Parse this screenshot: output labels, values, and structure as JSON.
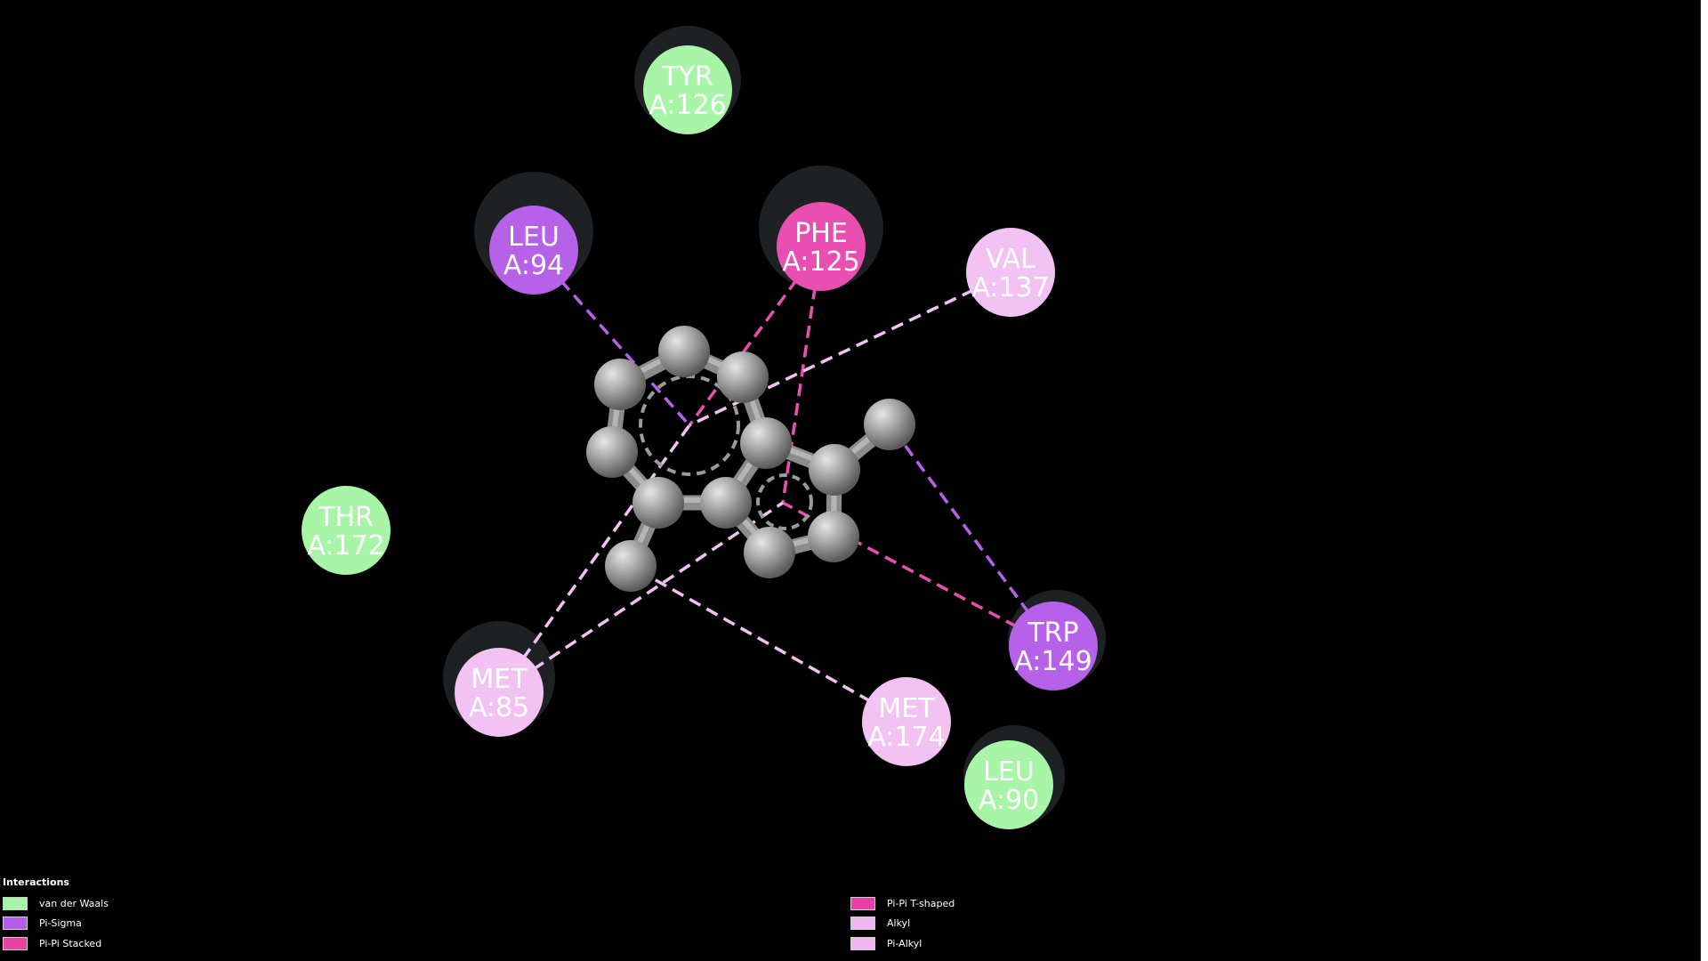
{
  "residues": [
    {
      "id": "tyr126",
      "name": "TYR",
      "chain_pos": "A:126",
      "type": "van der Waals",
      "shadow": true
    },
    {
      "id": "leu94",
      "name": "LEU",
      "chain_pos": "A:94",
      "type": "Pi-Sigma",
      "shadow": true
    },
    {
      "id": "phe125",
      "name": "PHE",
      "chain_pos": "A:125",
      "type": "Pi-Pi T-shaped",
      "shadow": true
    },
    {
      "id": "val137",
      "name": "VAL",
      "chain_pos": "A:137",
      "type": "Alkyl",
      "shadow": false
    },
    {
      "id": "thr172",
      "name": "THR",
      "chain_pos": "A:172",
      "type": "van der Waals",
      "shadow": false
    },
    {
      "id": "trp149",
      "name": "TRP",
      "chain_pos": "A:149",
      "type": "Pi-Sigma",
      "shadow": true
    },
    {
      "id": "met85",
      "name": "MET",
      "chain_pos": "A:85",
      "type": "Alkyl",
      "shadow": true
    },
    {
      "id": "met174",
      "name": "MET",
      "chain_pos": "A:174",
      "type": "Alkyl",
      "shadow": false
    },
    {
      "id": "leu90",
      "name": "LEU",
      "chain_pos": "A:90",
      "type": "van der Waals",
      "shadow": true
    }
  ],
  "interactions": [
    {
      "from": "leu94",
      "to": "ring1",
      "type": "Pi-Sigma"
    },
    {
      "from": "phe125",
      "to": "ring1",
      "type": "Pi-Pi T-shaped"
    },
    {
      "from": "phe125",
      "to": "ring2",
      "type": "Pi-Pi T-shaped"
    },
    {
      "from": "val137",
      "to": "ring1",
      "type": "Alkyl"
    },
    {
      "from": "trp149",
      "to": "ring2",
      "type": "Pi-Pi T-shaped"
    },
    {
      "from": "trp149",
      "to": "methyl1",
      "type": "Pi-Sigma"
    },
    {
      "from": "met85",
      "to": "ring1",
      "type": "Alkyl"
    },
    {
      "from": "met85",
      "to": "ring2",
      "type": "Alkyl"
    },
    {
      "from": "met174",
      "to": "methyl2",
      "type": "Alkyl"
    }
  ],
  "legend": {
    "title": "Interactions",
    "items": [
      {
        "label": "van der Waals",
        "color": "#a8f5a8"
      },
      {
        "label": "Pi-Sigma",
        "color": "#b35ee8"
      },
      {
        "label": "Pi-Pi Stacked",
        "color": "#e8449f"
      },
      {
        "label": "Pi-Pi T-shaped",
        "color": "#e63fa8"
      },
      {
        "label": "Alkyl",
        "color": "#f0b8f0"
      },
      {
        "label": "Pi-Alkyl",
        "color": "#f0b8f0"
      }
    ]
  },
  "colors": {
    "van der Waals": "#a8f5a8",
    "Pi-Sigma": "#b561e8",
    "Pi-Pi T-shaped": "#e84fb0",
    "Alkyl": "#f2c2f2",
    "ligand_atom": "#8a8a8a",
    "background": "#000000"
  }
}
